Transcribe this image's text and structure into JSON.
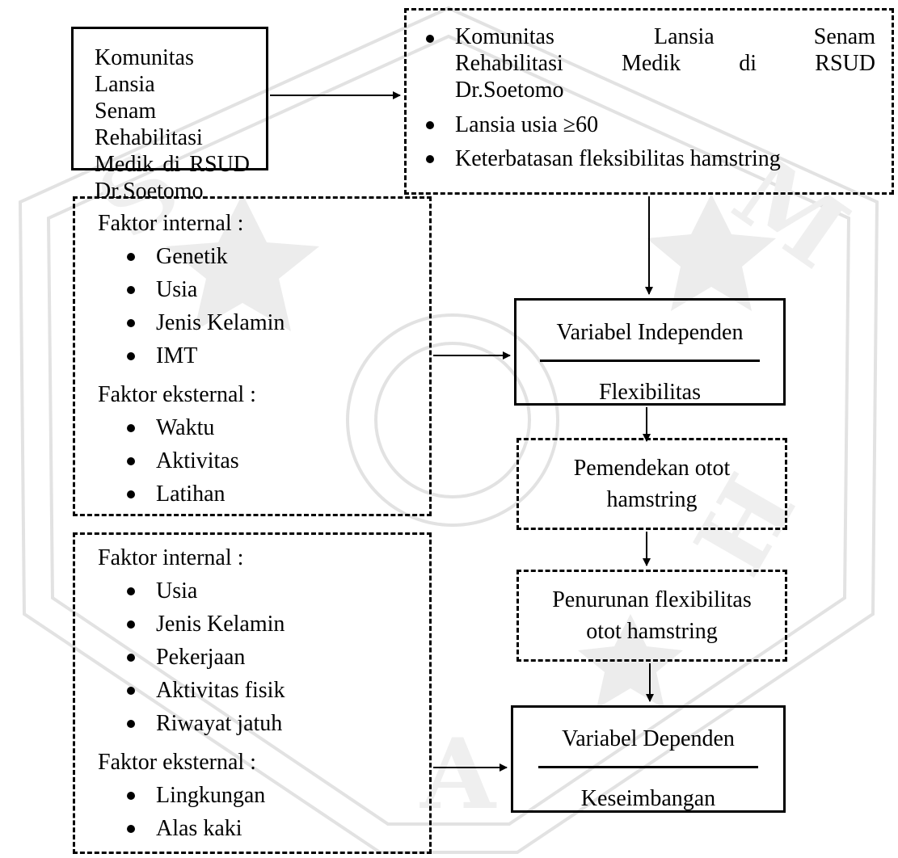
{
  "population_box": {
    "lines": [
      "Komunitas Lansia",
      "Senam Rehabilitasi",
      "Medik di RSUD",
      "Dr.Soetomo"
    ]
  },
  "criteria_box": {
    "items": [
      {
        "lines": [
          "Komunitas Lansia Senam",
          "Rehabilitasi Medik di RSUD",
          "Dr.Soetomo"
        ]
      },
      {
        "lines": [
          "Lansia usia ≥60"
        ]
      },
      {
        "lines": [
          "Keterbatasan fleksibilitas hamstring"
        ]
      }
    ]
  },
  "factors_flexibility": {
    "internal_title": "Faktor internal :",
    "internal_items": [
      "Genetik",
      "Usia",
      "Jenis Kelamin",
      "IMT"
    ],
    "external_title": "Faktor eksternal :",
    "external_items": [
      "Waktu",
      "Aktivitas",
      "Latihan"
    ]
  },
  "factors_balance": {
    "internal_title": "Faktor internal :",
    "internal_items": [
      "Usia",
      "Jenis Kelamin",
      "Pekerjaan",
      "Aktivitas fisik",
      "Riwayat jatuh"
    ],
    "external_title": "Faktor eksternal :",
    "external_items": [
      "Lingkungan",
      "Alas kaki"
    ]
  },
  "independent_box": {
    "title": "Variabel Independen",
    "value": "Flexibilitas"
  },
  "shortening_box": {
    "lines": [
      "Pemendekan otot",
      "hamstring"
    ]
  },
  "decrease_box": {
    "lines": [
      "Penurunan flexibilitas",
      "otot hamstring"
    ]
  },
  "dependent_box": {
    "title": "Variabel Dependen",
    "value": "Keseimbangan"
  },
  "watermark": {
    "color": "#e4e4e4"
  }
}
